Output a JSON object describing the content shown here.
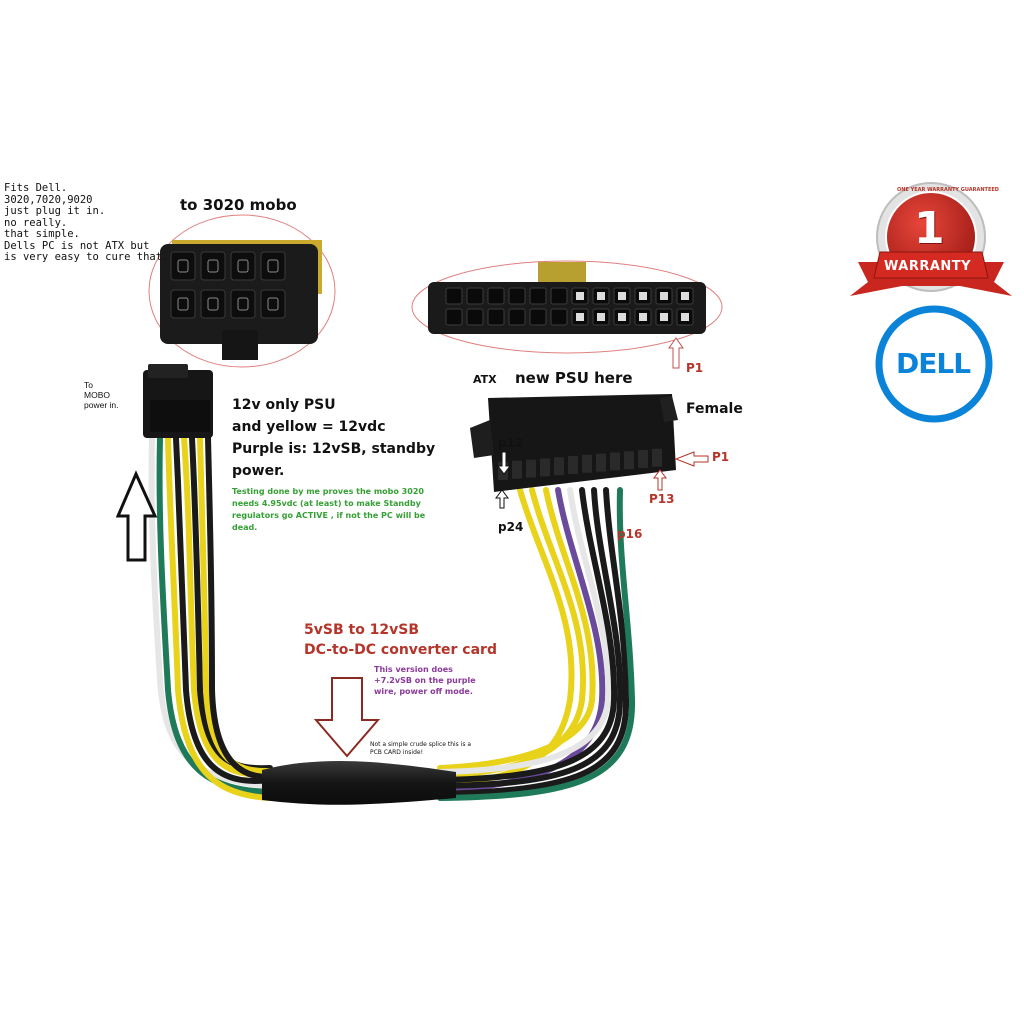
{
  "notes": {
    "fits_lines": [
      "Fits Dell.",
      "3020,7020,9020",
      "just plug it in.",
      "no really.",
      "that simple.",
      "Dells PC  is not ATX but",
      "is very easy to cure that."
    ],
    "to_mobo_power_lines": [
      "To",
      "MOBO",
      "power in."
    ]
  },
  "labels": {
    "to_3020_mobo": "to 3020 mobo",
    "psu_12v_only": "12v only PSU",
    "yellow_12vdc": "and yellow = 12vdc",
    "purple_is": "Purple is: 12vSB, standby",
    "power": "power.",
    "testing_note": "Testing done by me proves the mobo 3020 needs 4.95vdc (at least) to make Standby regulators go ACTIVE , if not the PC will be dead.",
    "atx": "ATX",
    "new_psu_here": "new PSU here",
    "female": "Female",
    "converter_line1": "5vSB to 12vSB",
    "converter_line2": "DC-to-DC converter card",
    "version_note": "This version does +7.2vSB on the purple wire, power off mode.",
    "pcb_note": "Not a simple crude splice this is a PCB CARD inside!"
  },
  "pins": {
    "p1_top": "P1",
    "p1_side": "P1",
    "p12": "p12",
    "p13": "P13",
    "p16": "p16",
    "p24": "p24"
  },
  "badges": {
    "warranty_number": "1",
    "warranty_word": "WARRANTY",
    "warranty_ring": "ONE YEAR WARRANTY GUARANTEED",
    "dell_logo": "DELL"
  },
  "colors": {
    "red_label": "#b5352a",
    "green_note": "#35a035",
    "purple_note": "#8a3a9a",
    "dell_blue": "#0a83d8",
    "wire_yellow": "#e8d21a",
    "wire_purple": "#6a4a9a",
    "wire_green": "#1f7a5a",
    "wire_black": "#1a1a1a",
    "wire_white": "#e6e6e6"
  }
}
